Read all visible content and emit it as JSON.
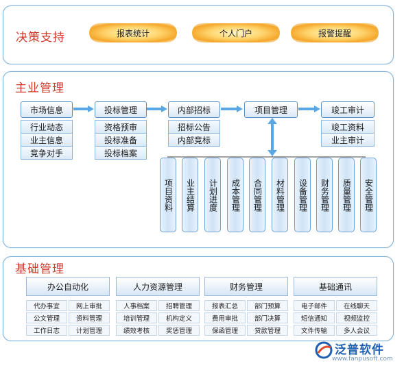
{
  "decision": {
    "title": "决策支持",
    "items": [
      "报表统计",
      "个人门户",
      "报警提醒"
    ]
  },
  "main": {
    "title": "主业管理",
    "groups": [
      {
        "head": "市场信息",
        "items": [
          "行业动态",
          "业主信息",
          "竞争对手"
        ]
      },
      {
        "head": "投标管理",
        "items": [
          "资格预审",
          "投标准备",
          "投标档案"
        ]
      },
      {
        "head": "内部招标",
        "items": [
          "招标公告",
          "内部竞标"
        ]
      },
      {
        "head": "项目管理",
        "items": []
      },
      {
        "head": "竣工审计",
        "items": [
          "竣工资料",
          "业主审计"
        ]
      }
    ],
    "project_modules": [
      "项目资料",
      "业主结算",
      "计划进度",
      "成本管理",
      "合同管理",
      "材料管理",
      "设备管理",
      "财务管理",
      "质量管理",
      "安全管理"
    ]
  },
  "base": {
    "title": "基础管理",
    "categories": [
      {
        "head": "办公自动化",
        "items": [
          "代办事宜",
          "网上审批",
          "公文管理",
          "资料管理",
          "工作日志",
          "计划管理"
        ]
      },
      {
        "head": "人力资源管理",
        "items": [
          "人事档案",
          "招聘管理",
          "培训管理",
          "机构定义",
          "绩效考核",
          "奖惩管理"
        ]
      },
      {
        "head": "财务管理",
        "items": [
          "报表汇总",
          "部门预算",
          "费用审批",
          "部门决算",
          "保函管理",
          "贷款管理"
        ]
      },
      {
        "head": "基础通讯",
        "items": [
          "电子邮件",
          "在线聊天",
          "短信通知",
          "视频监控",
          "文件传输",
          "多人会议"
        ]
      }
    ]
  },
  "logo": {
    "name": "泛普软件",
    "url": "www.fanpusoft.com"
  },
  "colors": {
    "title_red": "#d23b2a",
    "border_blue": "#7fb0d8",
    "pill_orange": "#f4a629",
    "arrow_blue": "#5aa7e6"
  }
}
